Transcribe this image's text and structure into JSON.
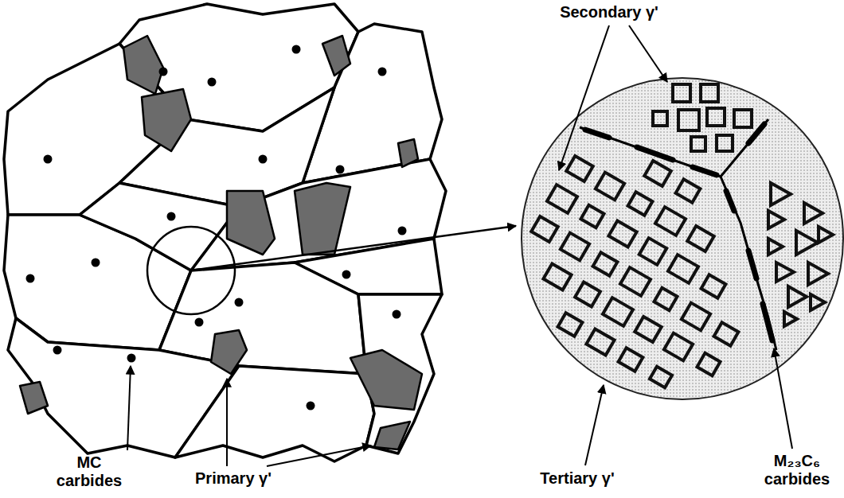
{
  "diagram": {
    "labels": [
      "Secondary γ'",
      "MC carbides",
      "Primary γ'",
      "Tertiary γ'",
      "M₂₃C₆ carbides"
    ]
  }
}
